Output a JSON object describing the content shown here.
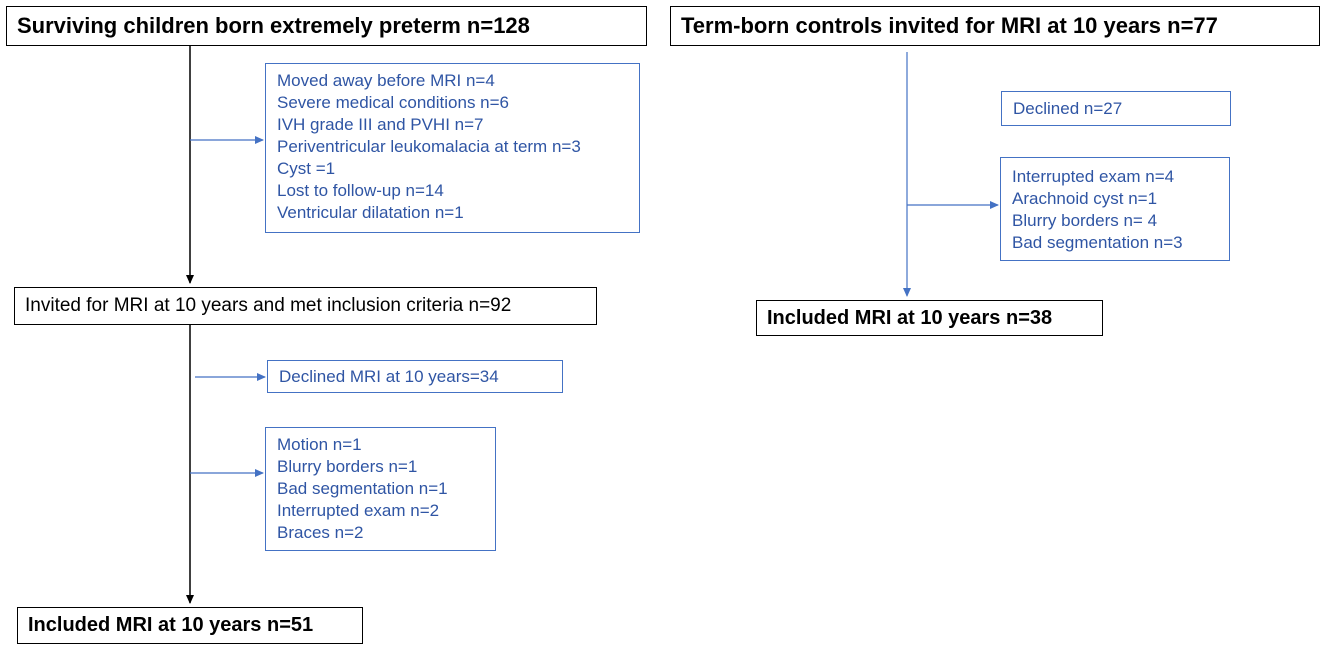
{
  "colors": {
    "primary_box_border": "#000000",
    "exclusion_box_border": "#4472c4",
    "exclusion_text": "#2f55a4",
    "connector_black": "#000000",
    "connector_blue": "#4472c4"
  },
  "preterm": {
    "start": "Surviving children born extremely preterm n=128",
    "exclusion1": [
      "Moved away before MRI n=4",
      "Severe medical conditions n=6",
      "IVH grade III and PVHI n=7",
      "Periventricular leukomalacia at term n=3",
      "Cyst =1",
      "Lost to follow-up n=14",
      "Ventricular dilatation n=1"
    ],
    "invited": "Invited for MRI at 10 years and met inclusion criteria n=92",
    "declined": "Declined MRI at 10 years=34",
    "exclusion2": [
      "Motion n=1",
      "Blurry borders n=1",
      "Bad segmentation n=1",
      "Interrupted exam n=2",
      "Braces n=2"
    ],
    "included": "Included MRI at 10 years n=51"
  },
  "controls": {
    "start": "Term-born controls invited for MRI at 10 years n=77",
    "declined": "Declined n=27",
    "exclusion": [
      "Interrupted exam n=4",
      "Arachnoid cyst n=1",
      "Blurry borders n= 4",
      "Bad segmentation n=3"
    ],
    "included": "Included MRI at 10 years n=38"
  }
}
